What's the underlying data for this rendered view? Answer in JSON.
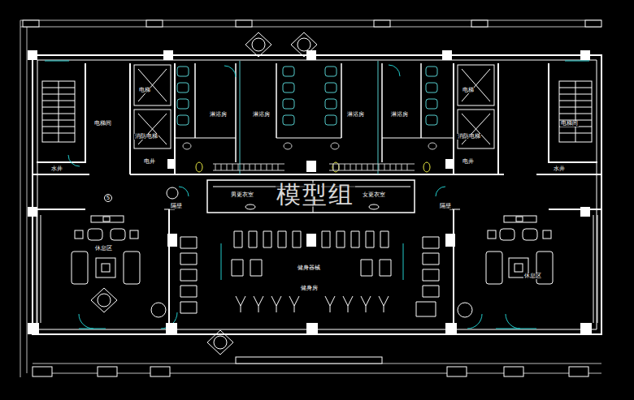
{
  "diagram": {
    "labels": [
      "电梯",
      "电梯",
      "消防电梯",
      "消防电梯",
      "电梯间",
      "电梯间",
      "电井",
      "电井",
      "水井",
      "水井",
      "淋浴房",
      "淋浴房",
      "淋浴房",
      "淋浴房",
      "男更衣室",
      "女更衣室",
      "隔壁",
      "隔壁",
      "休息区",
      "休息区",
      "健身器械",
      "健身房",
      "5",
      "模型组"
    ]
  }
}
